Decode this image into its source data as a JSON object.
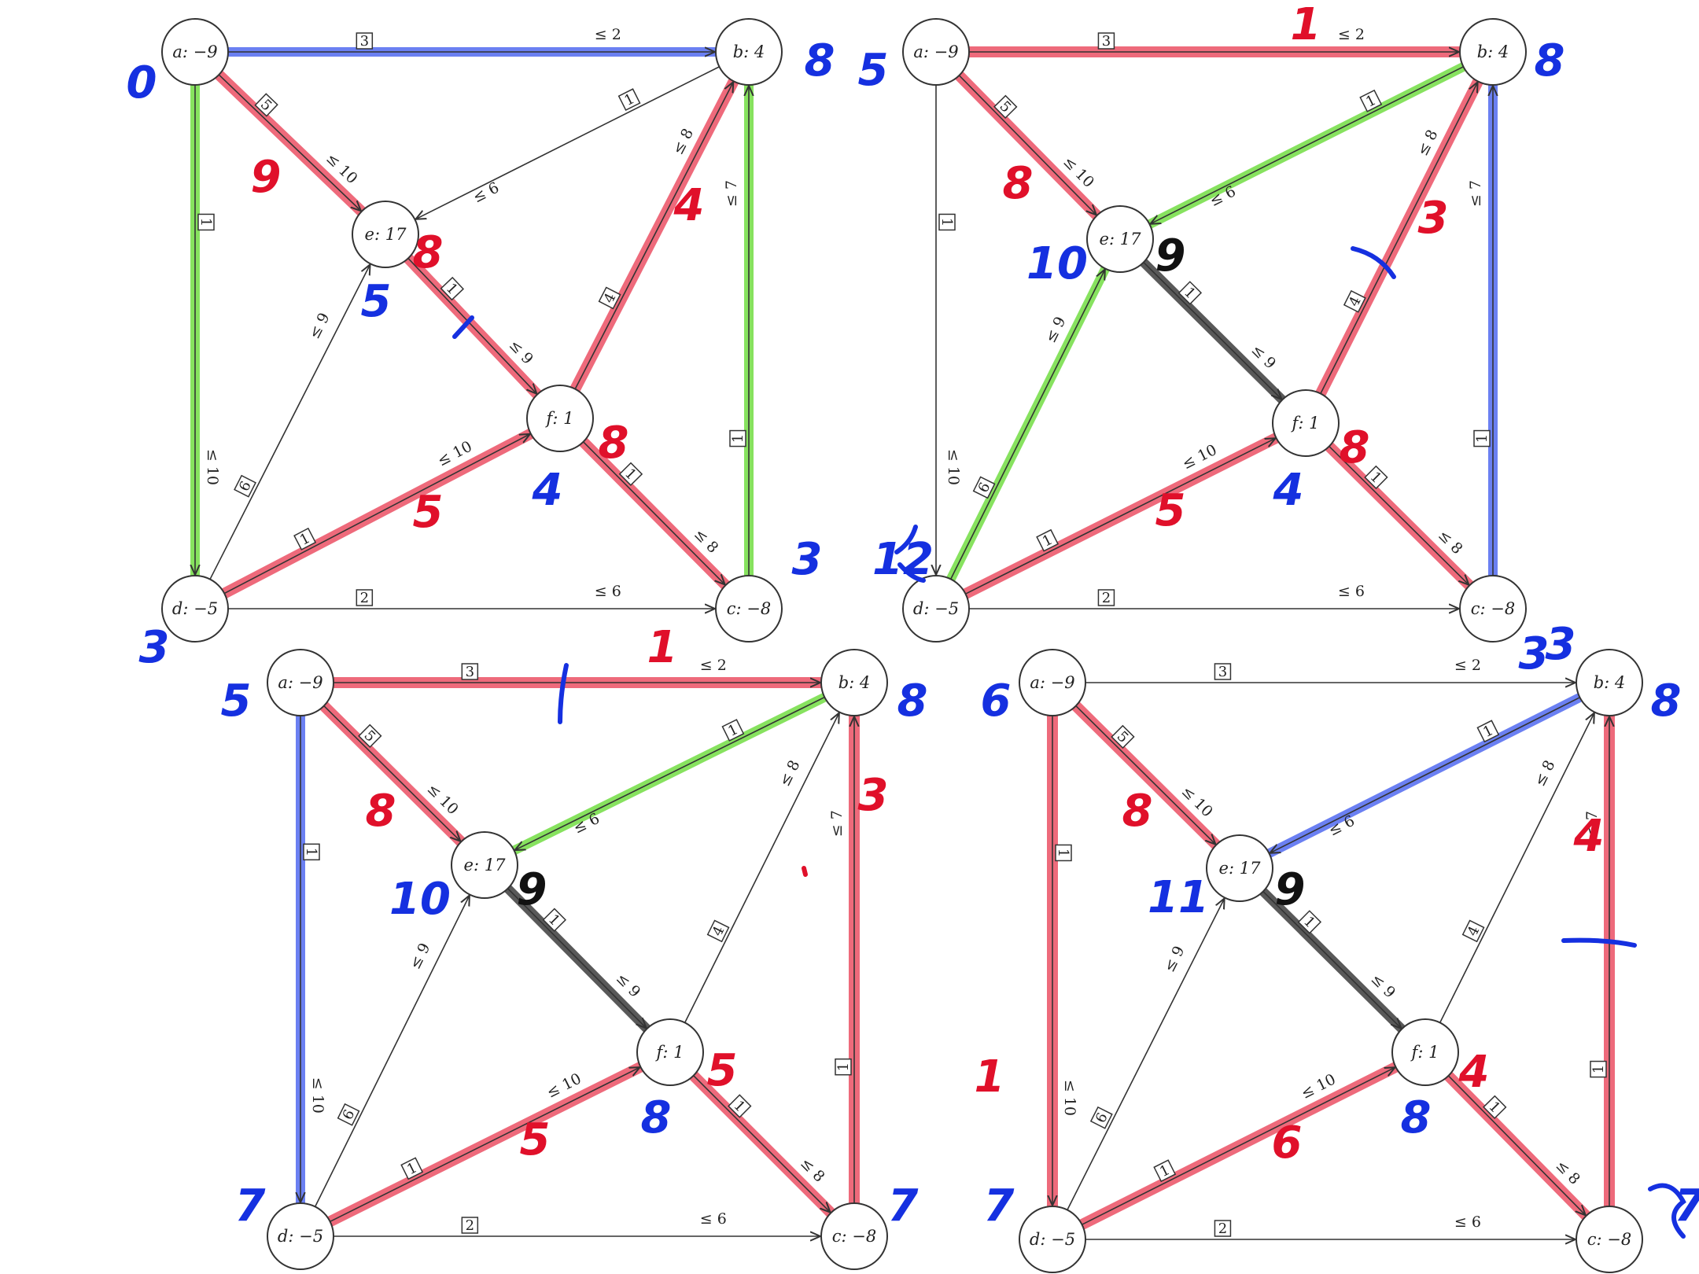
{
  "graphs": [
    {
      "nodes": [
        {
          "id": "a",
          "label": "a: −9"
        },
        {
          "id": "b",
          "label": "b: 4"
        },
        {
          "id": "e",
          "label": "e: 17"
        },
        {
          "id": "f",
          "label": "f: 1"
        },
        {
          "id": "d",
          "label": "d: −5"
        },
        {
          "id": "c",
          "label": "c: −8"
        }
      ],
      "edges": [
        {
          "from": "a",
          "to": "b",
          "cost": "3",
          "cap": "≤ 2"
        },
        {
          "from": "b",
          "to": "e",
          "cost": "1",
          "cap": "≤ 6"
        },
        {
          "from": "a",
          "to": "e",
          "cost": "5",
          "cap": "≤ 10"
        },
        {
          "from": "a",
          "to": "d",
          "cost": "1",
          "cap": "≤ 10"
        },
        {
          "from": "d",
          "to": "e",
          "cost": "6",
          "cap": "≤ 9"
        },
        {
          "from": "e",
          "to": "f",
          "cost": "1",
          "cap": "≤ 9"
        },
        {
          "from": "f",
          "to": "b",
          "cost": "4",
          "cap": "≤ 8"
        },
        {
          "from": "c",
          "to": "b",
          "cost": "1",
          "cap": "≤ 7"
        },
        {
          "from": "d",
          "to": "f",
          "cost": "1",
          "cap": "≤ 10"
        },
        {
          "from": "f",
          "to": "c",
          "cost": "1",
          "cap": "≤ 8"
        },
        {
          "from": "d",
          "to": "c",
          "cost": "2",
          "cap": "≤ 6"
        }
      ],
      "highlights": [
        {
          "edge": "a-b",
          "color": "#3a56ee"
        },
        {
          "edge": "a-e",
          "color": "#e8384f"
        },
        {
          "edge": "a-d",
          "color": "#5fd82a"
        },
        {
          "edge": "e-f",
          "color": "#e8384f"
        },
        {
          "edge": "f-b",
          "color": "#e8384f"
        },
        {
          "edge": "c-b",
          "color": "#5fd82a"
        },
        {
          "edge": "d-f",
          "color": "#e8384f"
        },
        {
          "edge": "f-c",
          "color": "#e8384f"
        }
      ],
      "annotations": [
        {
          "text": "0",
          "color": "#1530e0"
        },
        {
          "text": "8",
          "color": "#1530e0"
        },
        {
          "text": "3",
          "color": "#1530e0"
        },
        {
          "text": "3",
          "color": "#1530e0"
        },
        {
          "text": "5",
          "color": "#1530e0"
        },
        {
          "text": "4",
          "color": "#1530e0"
        },
        {
          "text": "9",
          "color": "#e0102a"
        },
        {
          "text": "8",
          "color": "#e0102a"
        },
        {
          "text": "4",
          "color": "#e0102a"
        },
        {
          "text": "5",
          "color": "#e0102a"
        },
        {
          "text": "8",
          "color": "#e0102a"
        }
      ]
    },
    {
      "nodes": [
        {
          "id": "a",
          "label": "a: −9"
        },
        {
          "id": "b",
          "label": "b: 4"
        },
        {
          "id": "e",
          "label": "e: 17"
        },
        {
          "id": "f",
          "label": "f: 1"
        },
        {
          "id": "d",
          "label": "d: −5"
        },
        {
          "id": "c",
          "label": "c: −8"
        }
      ],
      "edges": [
        {
          "from": "a",
          "to": "b",
          "cost": "3",
          "cap": "≤ 2"
        },
        {
          "from": "b",
          "to": "e",
          "cost": "1",
          "cap": "≤ 6"
        },
        {
          "from": "a",
          "to": "e",
          "cost": "5",
          "cap": "≤ 10"
        },
        {
          "from": "a",
          "to": "d",
          "cost": "1",
          "cap": "≤ 10"
        },
        {
          "from": "d",
          "to": "e",
          "cost": "6",
          "cap": "≤ 9"
        },
        {
          "from": "e",
          "to": "f",
          "cost": "1",
          "cap": "≤ 9"
        },
        {
          "from": "f",
          "to": "b",
          "cost": "4",
          "cap": "≤ 8"
        },
        {
          "from": "c",
          "to": "b",
          "cost": "1",
          "cap": "≤ 7"
        },
        {
          "from": "d",
          "to": "f",
          "cost": "1",
          "cap": "≤ 10"
        },
        {
          "from": "f",
          "to": "c",
          "cost": "1",
          "cap": "≤ 8"
        },
        {
          "from": "d",
          "to": "c",
          "cost": "2",
          "cap": "≤ 6"
        }
      ],
      "highlights": [
        {
          "edge": "a-b",
          "color": "#e8384f"
        },
        {
          "edge": "a-e",
          "color": "#e8384f"
        },
        {
          "edge": "b-e",
          "color": "#5fd82a"
        },
        {
          "edge": "d-e",
          "color": "#5fd82a"
        },
        {
          "edge": "e-f",
          "color": "#222222"
        },
        {
          "edge": "f-b",
          "color": "#e8384f"
        },
        {
          "edge": "c-b",
          "color": "#3a56ee"
        },
        {
          "edge": "d-f",
          "color": "#e8384f"
        },
        {
          "edge": "f-c",
          "color": "#e8384f"
        }
      ],
      "annotations": [
        {
          "text": "5",
          "color": "#1530e0"
        },
        {
          "text": "8",
          "color": "#1530e0"
        },
        {
          "text": "10",
          "color": "#1530e0"
        },
        {
          "text": "4",
          "color": "#1530e0"
        },
        {
          "text": "12",
          "color": "#1530e0"
        },
        {
          "text": "3",
          "color": "#1530e0"
        },
        {
          "text": "1",
          "color": "#e0102a"
        },
        {
          "text": "8",
          "color": "#e0102a"
        },
        {
          "text": "3",
          "color": "#e0102a"
        },
        {
          "text": "5",
          "color": "#e0102a"
        },
        {
          "text": "8",
          "color": "#e0102a"
        },
        {
          "text": "9",
          "color": "#111111"
        }
      ]
    },
    {
      "nodes": [
        {
          "id": "a",
          "label": "a: −9"
        },
        {
          "id": "b",
          "label": "b: 4"
        },
        {
          "id": "e",
          "label": "e: 17"
        },
        {
          "id": "f",
          "label": "f: 1"
        },
        {
          "id": "d",
          "label": "d: −5"
        },
        {
          "id": "c",
          "label": "c: −8"
        }
      ],
      "edges": [
        {
          "from": "a",
          "to": "b",
          "cost": "3",
          "cap": "≤ 2"
        },
        {
          "from": "b",
          "to": "e",
          "cost": "1",
          "cap": "≤ 6"
        },
        {
          "from": "a",
          "to": "e",
          "cost": "5",
          "cap": "≤ 10"
        },
        {
          "from": "a",
          "to": "d",
          "cost": "1",
          "cap": "≤ 10"
        },
        {
          "from": "d",
          "to": "e",
          "cost": "6",
          "cap": "≤ 9"
        },
        {
          "from": "e",
          "to": "f",
          "cost": "1",
          "cap": "≤ 9"
        },
        {
          "from": "f",
          "to": "b",
          "cost": "4",
          "cap": "≤ 8"
        },
        {
          "from": "c",
          "to": "b",
          "cost": "1",
          "cap": "≤ 7"
        },
        {
          "from": "d",
          "to": "f",
          "cost": "1",
          "cap": "≤ 10"
        },
        {
          "from": "f",
          "to": "c",
          "cost": "1",
          "cap": "≤ 8"
        },
        {
          "from": "d",
          "to": "c",
          "cost": "2",
          "cap": "≤ 6"
        }
      ],
      "highlights": [
        {
          "edge": "a-b",
          "color": "#e8384f"
        },
        {
          "edge": "a-e",
          "color": "#e8384f"
        },
        {
          "edge": "b-e",
          "color": "#5fd82a"
        },
        {
          "edge": "a-d",
          "color": "#3a56ee"
        },
        {
          "edge": "e-f",
          "color": "#222222"
        },
        {
          "edge": "c-b",
          "color": "#e8384f"
        },
        {
          "edge": "d-f",
          "color": "#e8384f"
        },
        {
          "edge": "f-c",
          "color": "#e8384f"
        }
      ],
      "annotations": [
        {
          "text": "5",
          "color": "#1530e0"
        },
        {
          "text": "8",
          "color": "#1530e0"
        },
        {
          "text": "10",
          "color": "#1530e0"
        },
        {
          "text": "8",
          "color": "#1530e0"
        },
        {
          "text": "7",
          "color": "#1530e0"
        },
        {
          "text": "7",
          "color": "#1530e0"
        },
        {
          "text": "1",
          "color": "#e0102a"
        },
        {
          "text": "8",
          "color": "#e0102a"
        },
        {
          "text": "3",
          "color": "#e0102a"
        },
        {
          "text": "5",
          "color": "#e0102a"
        },
        {
          "text": "5",
          "color": "#e0102a"
        },
        {
          "text": "9",
          "color": "#111111"
        }
      ]
    },
    {
      "nodes": [
        {
          "id": "a",
          "label": "a: −9"
        },
        {
          "id": "b",
          "label": "b: 4"
        },
        {
          "id": "e",
          "label": "e: 17"
        },
        {
          "id": "f",
          "label": "f: 1"
        },
        {
          "id": "d",
          "label": "d: −5"
        },
        {
          "id": "c",
          "label": "c: −8"
        }
      ],
      "edges": [
        {
          "from": "a",
          "to": "b",
          "cost": "3",
          "cap": "≤ 2"
        },
        {
          "from": "b",
          "to": "e",
          "cost": "1",
          "cap": "≤ 6"
        },
        {
          "from": "a",
          "to": "e",
          "cost": "5",
          "cap": "≤ 10"
        },
        {
          "from": "a",
          "to": "d",
          "cost": "1",
          "cap": "≤ 10"
        },
        {
          "from": "d",
          "to": "e",
          "cost": "6",
          "cap": "≤ 9"
        },
        {
          "from": "e",
          "to": "f",
          "cost": "1",
          "cap": "≤ 9"
        },
        {
          "from": "f",
          "to": "b",
          "cost": "4",
          "cap": "≤ 8"
        },
        {
          "from": "c",
          "to": "b",
          "cost": "1",
          "cap": "≤ 7"
        },
        {
          "from": "d",
          "to": "f",
          "cost": "1",
          "cap": "≤ 10"
        },
        {
          "from": "f",
          "to": "c",
          "cost": "1",
          "cap": "≤ 8"
        },
        {
          "from": "d",
          "to": "c",
          "cost": "2",
          "cap": "≤ 6"
        }
      ],
      "highlights": [
        {
          "edge": "a-e",
          "color": "#e8384f"
        },
        {
          "edge": "b-e",
          "color": "#3a56ee"
        },
        {
          "edge": "a-d",
          "color": "#e8384f"
        },
        {
          "edge": "e-f",
          "color": "#222222"
        },
        {
          "edge": "c-b",
          "color": "#e8384f"
        },
        {
          "edge": "d-f",
          "color": "#e8384f"
        },
        {
          "edge": "f-c",
          "color": "#e8384f"
        }
      ],
      "annotations": [
        {
          "text": "6",
          "color": "#1530e0"
        },
        {
          "text": "3",
          "color": "#1530e0"
        },
        {
          "text": "8",
          "color": "#1530e0"
        },
        {
          "text": "11",
          "color": "#1530e0"
        },
        {
          "text": "8",
          "color": "#1530e0"
        },
        {
          "text": "7",
          "color": "#1530e0"
        },
        {
          "text": "7",
          "color": "#1530e0"
        },
        {
          "text": "8",
          "color": "#e0102a"
        },
        {
          "text": "1",
          "color": "#e0102a"
        },
        {
          "text": "6",
          "color": "#e0102a"
        },
        {
          "text": "4",
          "color": "#e0102a"
        },
        {
          "text": "4",
          "color": "#e0102a"
        },
        {
          "text": "9",
          "color": "#111111"
        }
      ]
    }
  ]
}
